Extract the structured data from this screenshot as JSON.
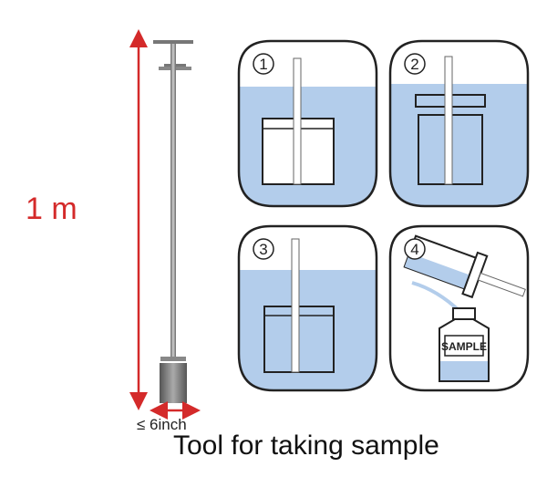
{
  "tool": {
    "length_label": "1 m",
    "width_label": "≤ 6inch"
  },
  "steps": [
    {
      "number": "1"
    },
    {
      "number": "2"
    },
    {
      "number": "3"
    },
    {
      "number": "4",
      "bottle_label": "SAMPLE"
    }
  ],
  "caption": "Tool for taking sample",
  "colors": {
    "dimension": "#d42a2a",
    "liquid": "#b3cdeb",
    "outline": "#222222"
  }
}
